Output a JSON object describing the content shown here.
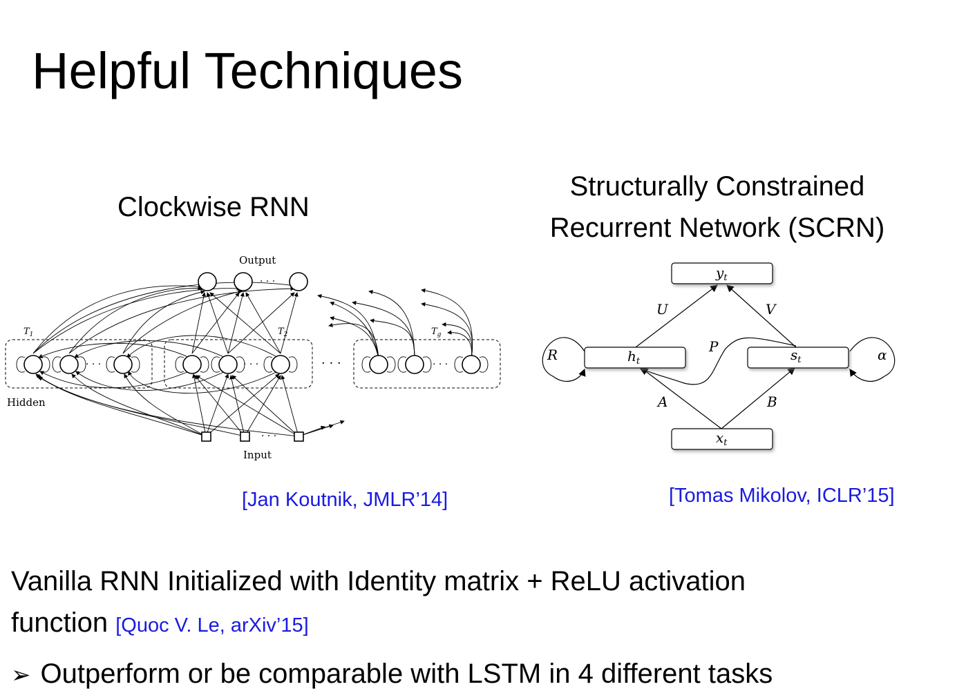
{
  "slide": {
    "title": "Helpful Techniques",
    "left": {
      "heading": "Clockwise RNN",
      "citation": "[Jan Koutnik, JMLR’14]",
      "figure_labels": {
        "output": "Output",
        "hidden": "Hidden",
        "input": "Input",
        "t1": "T",
        "t1_sub": "1",
        "t2": "T",
        "t2_sub": "2",
        "tg": "T",
        "tg_sub": "g",
        "dots": "· · ·"
      }
    },
    "right": {
      "heading_line1": "Structurally Constrained",
      "heading_line2": "Recurrent Network (SCRN)",
      "citation": "[Tomas Mikolov, ICLR’15]",
      "figure_labels": {
        "y": "y",
        "y_sub": "t",
        "h": "h",
        "h_sub": "t",
        "s": "s",
        "s_sub": "t",
        "x": "x",
        "x_sub": "t",
        "U": "U",
        "V": "V",
        "P": "P",
        "A": "A",
        "B": "B",
        "R": "R",
        "alpha": "α"
      }
    },
    "bottom": {
      "line1": "Vanilla RNN Initialized with Identity matrix + ReLU activation",
      "line2": "function",
      "line2_citation": "[Quoc V. Le, arXiv’15]",
      "bullet_symbol": "➢",
      "bullet_text": "Outperform or be comparable with LSTM in 4 different tasks"
    }
  }
}
